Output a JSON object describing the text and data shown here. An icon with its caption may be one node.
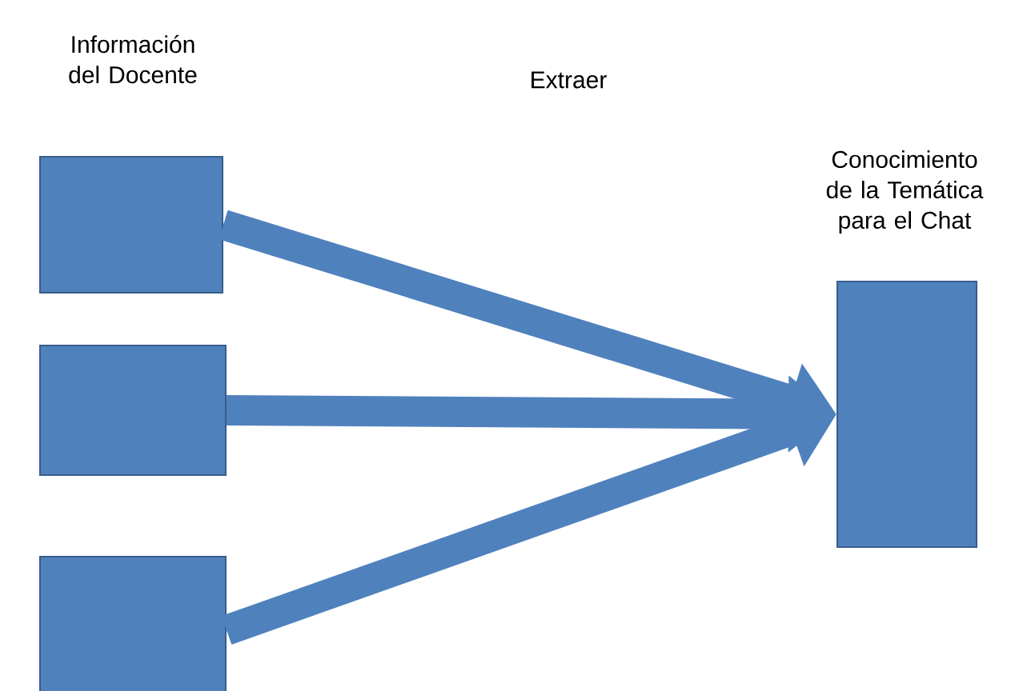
{
  "diagram": {
    "nodes": [
      {
        "text": [],
        "shape": "box"
      },
      {
        "text": [],
        "shape": "box"
      },
      {
        "text": [],
        "shape": "box"
      },
      {
        "text": [
          "Conocimiento de la Temática para el Chat"
        ]
      }
    ],
    "edges": [
      {
        "from": 0,
        "to": 3,
        "arrow": "to"
      },
      {
        "from": 1,
        "to": 3,
        "arrow": "to"
      },
      {
        "from": 2,
        "to": 3,
        "arrow": "to"
      }
    ],
    "labels": [
      "Información del Docente",
      "Extraer"
    ]
  }
}
